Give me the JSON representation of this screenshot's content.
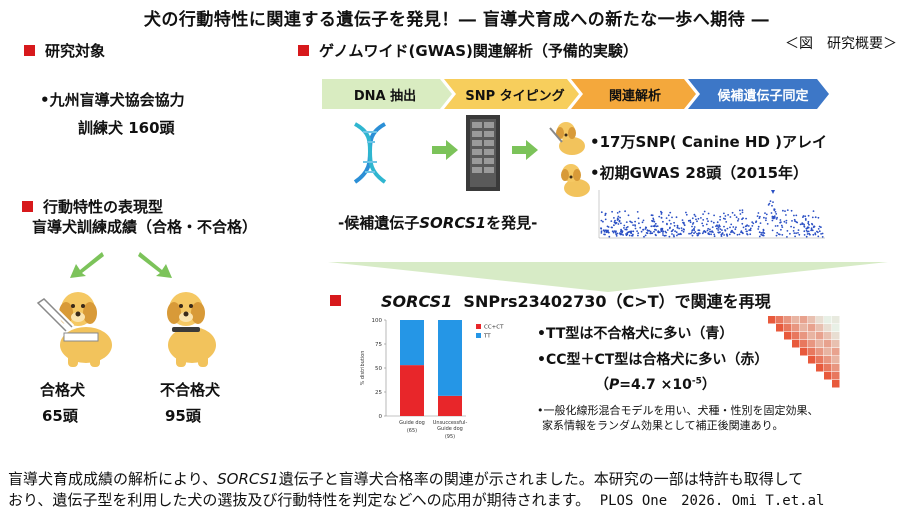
{
  "title": "犬の行動特性に関連する遺伝子を発見！― 盲導犬育成への新たな一歩へ期待 ―",
  "subtitle": "＜図　研究概要＞",
  "section_subjects": {
    "heading": "研究対象",
    "line1": "•九州盲導犬協会協力",
    "line2": "訓練犬 160頭"
  },
  "section_phenotype": {
    "heading": "行動特性の表現型",
    "line2": "盲導犬訓練成績（合格・不合格）",
    "pass_label": "合格犬",
    "pass_count": "65頭",
    "fail_label": "不合格犬",
    "fail_count": "95頭"
  },
  "section_gwas": {
    "heading": "ゲノムワイド(GWAS)関連解析（予備的実験）",
    "steps": [
      "DNA 抽出",
      "SNP タイピング",
      "関連解析",
      "候補遺伝子同定"
    ],
    "step_colors": [
      "#d9ecc1",
      "#f7ce5c",
      "#f4a83c",
      "#3d77c7"
    ],
    "bullet1": "•17万SNP( Canine HD )アレイ",
    "bullet2": "•初期GWAS 28頭（2015年）",
    "finding_prefix": "-候補遺伝子",
    "finding_gene": "SORCS1",
    "finding_suffix": "を発見-"
  },
  "section_replicate": {
    "gene": "SORCS1",
    "rest": "SNPrs23402730（C>T）で関連を再現",
    "point1": "•TT型は不合格犬に多い（青）",
    "point2": "•CC型＋CT型は合格犬に多い（赤）",
    "pvalue_prefix": "（",
    "pvalue_p": "P",
    "pvalue_body": "=4.7 ×10",
    "pvalue_exp": "-5",
    "pvalue_suffix": "）",
    "note_line1": "•一般化線形混合モデルを用い、犬種・性別を固定効果、",
    "note_line2": "家系情報をランダム効果として補正後関連あり。"
  },
  "chart_data": {
    "type": "bar",
    "stacked": true,
    "categories": [
      "Guide dog",
      "Unsuccessful-Guide dog"
    ],
    "category_counts": [
      "(65)",
      "(95)"
    ],
    "series": [
      {
        "name": "CC+CT",
        "color": "#e8262a",
        "values": [
          53,
          21
        ]
      },
      {
        "name": "TT",
        "color": "#2596e6",
        "values": [
          47,
          79
        ]
      }
    ],
    "ylabel": "% distribution",
    "ylim": [
      0,
      100
    ],
    "yticks": [
      0,
      25,
      50,
      75,
      100
    ],
    "legend_position": "right"
  },
  "manhattan": {
    "color": "#2a4fc4",
    "peak_marker_color": "#2a4fc4"
  },
  "footer": {
    "line1_prefix": "盲導犬育成成績の解析により、",
    "line1_gene": "SORCS1",
    "line1_suffix": "遺伝子と盲導犬合格率の関連が示されました。本研究の一部は特許も取得して",
    "line2": "おり、遺伝子型を利用した犬の選抜及び行動特性を判定などへの応用が期待されます。",
    "citation": "PLOS One　2026. Omi T.et.al"
  }
}
